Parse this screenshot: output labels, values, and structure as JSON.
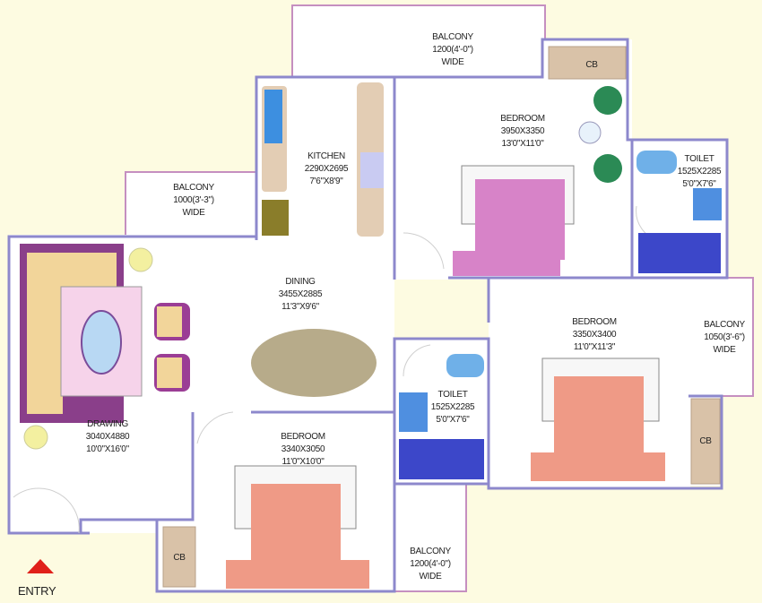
{
  "rooms": {
    "balcony_top": {
      "name": "BALCONY",
      "size": "1200(4'-0\")",
      "note": "WIDE"
    },
    "balcony_left": {
      "name": "BALCONY",
      "size": "1000(3'-3\")",
      "note": "WIDE"
    },
    "kitchen": {
      "name": "KITCHEN",
      "size_mm": "2290X2695",
      "size_ft": "7'6\"X8'9\""
    },
    "bedroom_top": {
      "name": "BEDROOM",
      "size_mm": "3950X3350",
      "size_ft": "13'0\"X11'0\""
    },
    "cb_top": {
      "name": "CB"
    },
    "toilet_top": {
      "name": "TOILET",
      "size_mm": "1525X2285",
      "size_ft": "5'0\"X7'6\""
    },
    "dining": {
      "name": "DINING",
      "size_mm": "3455X2885",
      "size_ft": "11'3\"X9'6\""
    },
    "drawing": {
      "name": "DRAWING",
      "size_mm": "3040X4880",
      "size_ft": "10'0\"X16'0\""
    },
    "bedroom_right": {
      "name": "BEDROOM",
      "size_mm": "3350X3400",
      "size_ft": "11'0\"X11'3\""
    },
    "balcony_right": {
      "name": "BALCONY",
      "size": "1050(3'-6\")",
      "note": "WIDE"
    },
    "cb_right": {
      "name": "CB"
    },
    "toilet_mid": {
      "name": "TOILET",
      "size_mm": "1525X2285",
      "size_ft": "5'0\"X7'6\""
    },
    "bedroom_bottom": {
      "name": "BEDROOM",
      "size_mm": "3340X3050",
      "size_ft": "11'0\"X10'0\""
    },
    "cb_bottom": {
      "name": "CB"
    },
    "balcony_bottom": {
      "name": "BALCONY",
      "size": "1200(4'-0\")",
      "note": "WIDE"
    }
  },
  "entry": {
    "label": "ENTRY",
    "marker_color": "#e0201a"
  },
  "colors": {
    "background": "#fdfbe1",
    "wall": "#8d88cc",
    "balcony": "#c58fc0"
  }
}
